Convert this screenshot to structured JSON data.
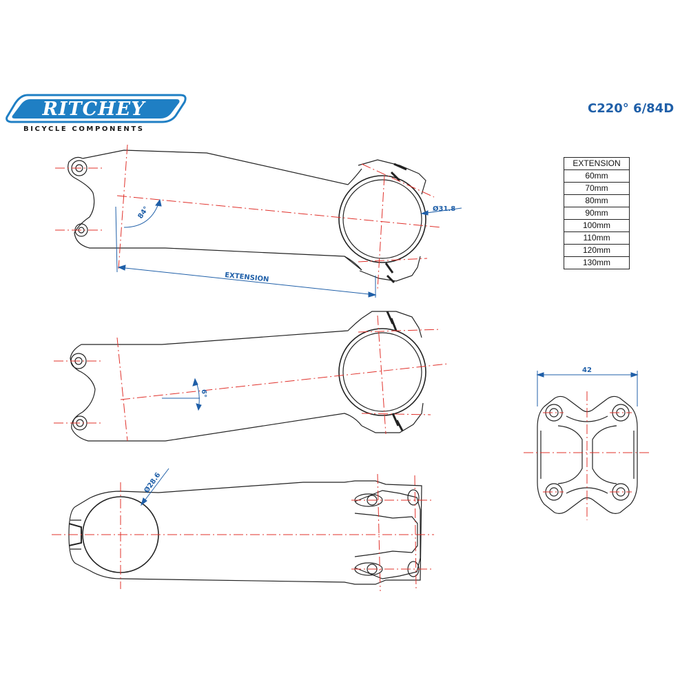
{
  "brand": {
    "logo_text": "RITCHEY",
    "tagline": "BICYCLE COMPONENTS",
    "color": "#1f7fc4"
  },
  "model": "C220° 6/84D",
  "extension_table": {
    "header": "EXTENSION",
    "rows": [
      "60mm",
      "70mm",
      "80mm",
      "90mm",
      "100mm",
      "110mm",
      "120mm",
      "130mm"
    ]
  },
  "dimensions": {
    "angle_84": "84°",
    "clamp_diameter": "Ø31.8",
    "extension": "EXTENSION",
    "angle_6": "6°",
    "steerer_diameter": "Ø28.6",
    "faceplate_width": "42"
  },
  "colors": {
    "outline": "#222222",
    "centerline": "#e0302a",
    "dimension": "#1f5fa8"
  }
}
